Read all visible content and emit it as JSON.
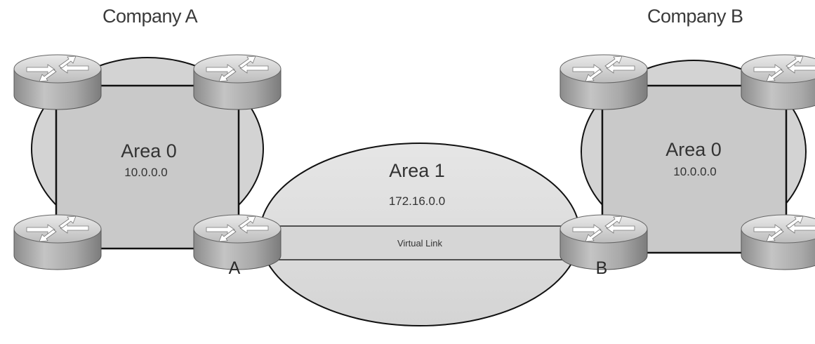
{
  "companies": {
    "a": {
      "label": "Company A"
    },
    "b": {
      "label": "Company B"
    }
  },
  "areas": {
    "a0": {
      "name": "Area 0",
      "network": "10.0.0.0"
    },
    "a1": {
      "name": "Area 1",
      "network": "172.16.0.0"
    },
    "b0": {
      "name": "Area 0",
      "network": "10.0.0.0"
    }
  },
  "virtual_link": {
    "label": "Virtual Link"
  },
  "routers": {
    "a": {
      "label": "A"
    },
    "b": {
      "label": "B"
    }
  },
  "colors": {
    "area_fill": "#d4d4d4",
    "virtual_link_fill": "#d8d8d8",
    "router_top": "#c6c6c6",
    "router_side": "#9d9d9d",
    "link_line": "#222222"
  },
  "icons": [
    "router-icon"
  ]
}
